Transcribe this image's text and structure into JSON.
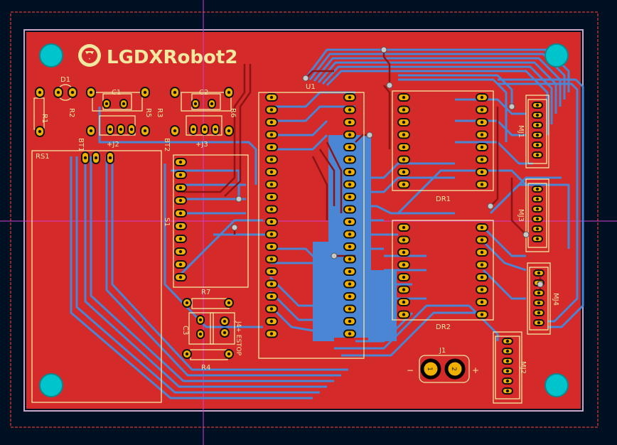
{
  "board": {
    "title": "LGDXRobot2",
    "colors": {
      "background": "#001023",
      "copper_front": "#d42a2a",
      "copper_back": "#4a86d4",
      "silkscreen": "#f2e8a0",
      "mounting_hole": "#00c4cc",
      "edge_cuts": "#c7a6c9",
      "crosshair": "#e040e0"
    },
    "components": {
      "D1": "D1",
      "R1": "R1",
      "R2": "R2",
      "C1": "C1",
      "R5": "R5",
      "J2": "+J2",
      "BT1": "BT1",
      "R3": "R3",
      "C2": "C2",
      "R6": "R6",
      "J3": "+J3",
      "BT2": "BT2",
      "RS1": "RS1",
      "S1": "S1",
      "U1": "U1",
      "DR1": "DR1",
      "DR2": "DR2",
      "MJ1": "MJ1",
      "MJ3": "MJ3",
      "MJ4": "MJ4",
      "MJ2": "MJ2",
      "R7": "R7",
      "C3": "C3",
      "R4": "R4",
      "J4": "J4+ ESTOP",
      "J1": "J1",
      "J1_minus": "−",
      "J1_plus": "+",
      "J1_pin1": "1",
      "J1_pin2": "2"
    }
  }
}
